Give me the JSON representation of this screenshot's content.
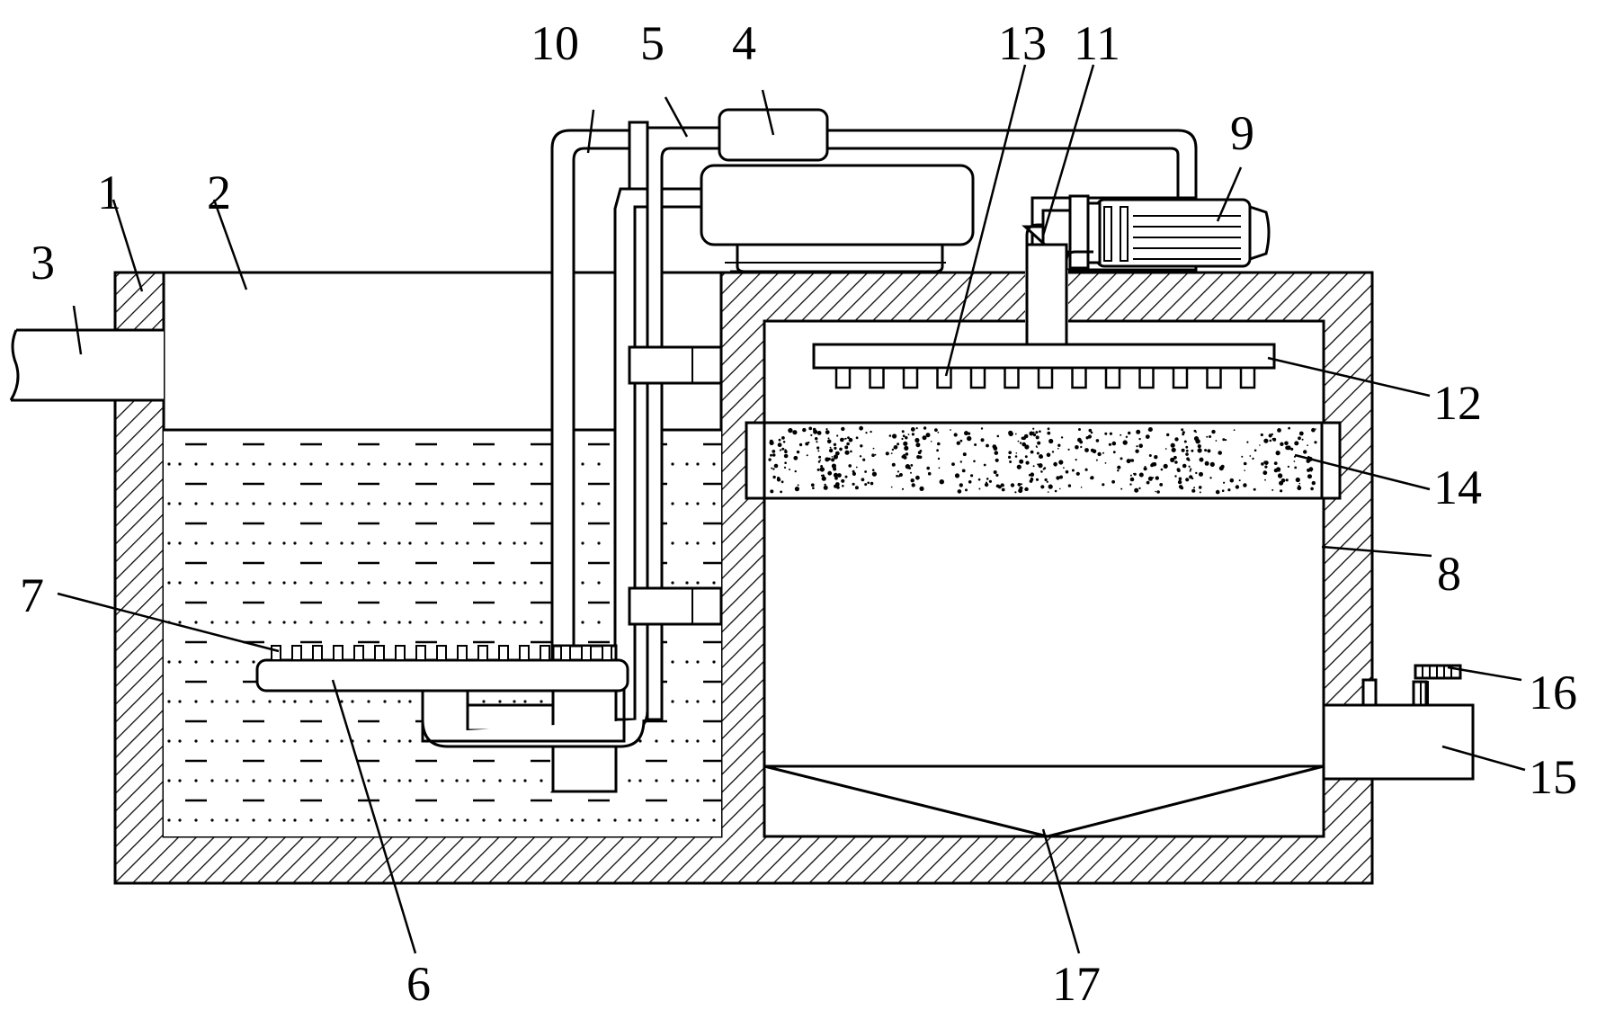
{
  "labels": [
    {
      "id": "1",
      "text": "1"
    },
    {
      "id": "2",
      "text": "2"
    },
    {
      "id": "3",
      "text": "3"
    },
    {
      "id": "4",
      "text": "4"
    },
    {
      "id": "5",
      "text": "5"
    },
    {
      "id": "6",
      "text": "6"
    },
    {
      "id": "7",
      "text": "7"
    },
    {
      "id": "8",
      "text": "8"
    },
    {
      "id": "9",
      "text": "9"
    },
    {
      "id": "10",
      "text": "10"
    },
    {
      "id": "11",
      "text": "11"
    },
    {
      "id": "12",
      "text": "12"
    },
    {
      "id": "13",
      "text": "13"
    },
    {
      "id": "14",
      "text": "14"
    },
    {
      "id": "15",
      "text": "15"
    },
    {
      "id": "16",
      "text": "16"
    },
    {
      "id": "17",
      "text": "17"
    }
  ],
  "colors": {
    "line": "#000000",
    "background": "#ffffff"
  }
}
